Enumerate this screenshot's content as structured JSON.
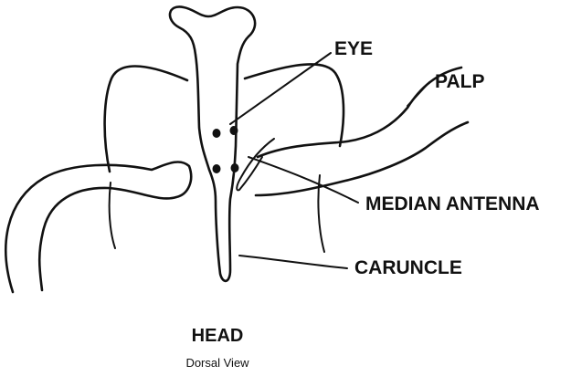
{
  "labels": {
    "eye": "EYE",
    "palp": "PALP",
    "median_antenna": "MEDIAN ANTENNA",
    "caruncle": "CARUNCLE"
  },
  "caption": {
    "title": "HEAD",
    "subtitle": "Dorsal View"
  }
}
